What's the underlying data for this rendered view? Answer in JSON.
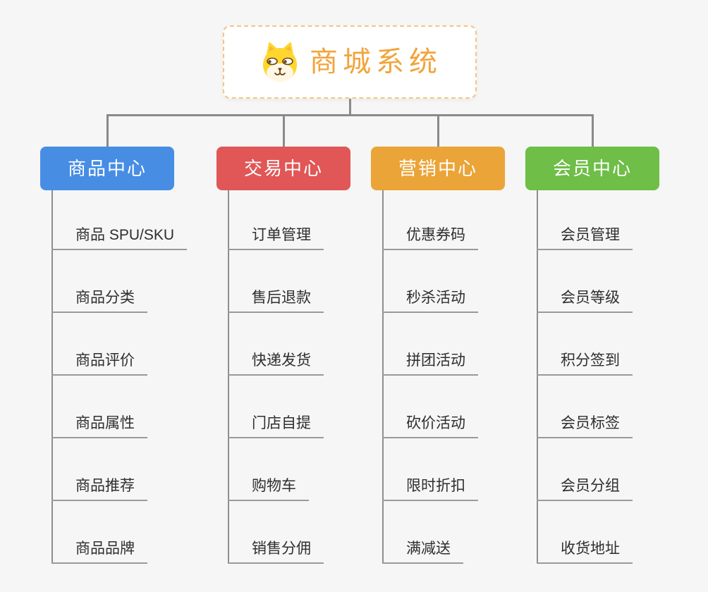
{
  "canvas": {
    "background_color": "#F5F6F5",
    "connector_color": "#8A8A8A",
    "underline_color": "#9A9A9A"
  },
  "root": {
    "title": "商城系统",
    "icon": "shiba-dog-icon",
    "title_color": "#F2A43B",
    "border_color": "#F5C586"
  },
  "branches": [
    {
      "label": "商品中心",
      "color": "#478DE4",
      "items": [
        "商品 SPU/SKU",
        "商品分类",
        "商品评价",
        "商品属性",
        "商品推荐",
        "商品品牌"
      ]
    },
    {
      "label": "交易中心",
      "color": "#E15656",
      "items": [
        "订单管理",
        "售后退款",
        "快递发货",
        "门店自提",
        "购物车",
        "销售分佣"
      ]
    },
    {
      "label": "营销中心",
      "color": "#EBA438",
      "items": [
        "优惠券码",
        "秒杀活动",
        "拼团活动",
        "砍价活动",
        "限时折扣",
        "满减送"
      ]
    },
    {
      "label": "会员中心",
      "color": "#6EBE47",
      "items": [
        "会员管理",
        "会员等级",
        "积分签到",
        "会员标签",
        "会员分组",
        "收货地址"
      ]
    }
  ]
}
